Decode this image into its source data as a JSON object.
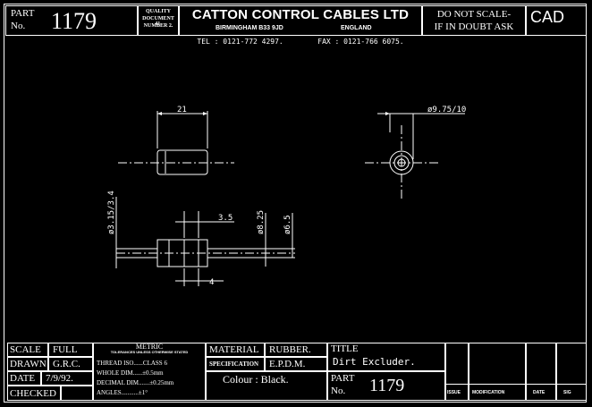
{
  "header": {
    "part_label": "PART",
    "no_label": "No.",
    "part_number": "1179",
    "quality_doc_line1": "QUALITY",
    "quality_doc_line2": "DOCUMENT 41.",
    "quality_doc_line3": "NUMBER 2.",
    "company_name": "CATTON CONTROL CABLES LTD",
    "city": "BIRMINGHAM B33 9JD",
    "country": "ENGLAND",
    "contact": "TEL : 0121-772 4297.        FAX : 0121-766 6075.",
    "warning_line1": "DO NOT SCALE-",
    "warning_line2": "IF IN DOUBT ASK",
    "cad_label": "CAD"
  },
  "dimensions": {
    "length": "21",
    "diameter": "ø9.75/10",
    "step": "3.5",
    "d1": "ø8.25",
    "d2": "ø6.5",
    "bore": "ø3.15/3.4",
    "depth": "4"
  },
  "title_block": {
    "scale_label": "SCALE",
    "scale_value": "FULL",
    "drawn_label": "DRAWN",
    "drawn_value": "G.R.C.",
    "date_label": "DATE",
    "date_value": "7/9/92.",
    "checked_label": "CHECKED",
    "metric_label": "METRIC",
    "metric_sub": "TOLERANCES UNLESS OTHERWISE STATED",
    "thread_line": "THREAD ISO......CLASS 6",
    "whole_line": "WHOLE DIM......±0.5mm",
    "decimal_line": "DECIMAL DIM.......±0.25mm",
    "angles_line": "ANGLES...........±1°",
    "material_label": "MATERIAL",
    "material_value": "RUBBER.",
    "specification_label": "SPECIFICATION",
    "specification_value": "E.P.D.M.",
    "colour": "Colour : Black.",
    "title_label": "TITLE",
    "title_value": "Dirt Excluder.",
    "part_label": "PART",
    "no_label": "No.",
    "part_number": "1179",
    "issue_label": "ISSUE",
    "modification_label": "MODIFICATION",
    "date_col_label": "DATE",
    "sig_label": "SIG"
  }
}
